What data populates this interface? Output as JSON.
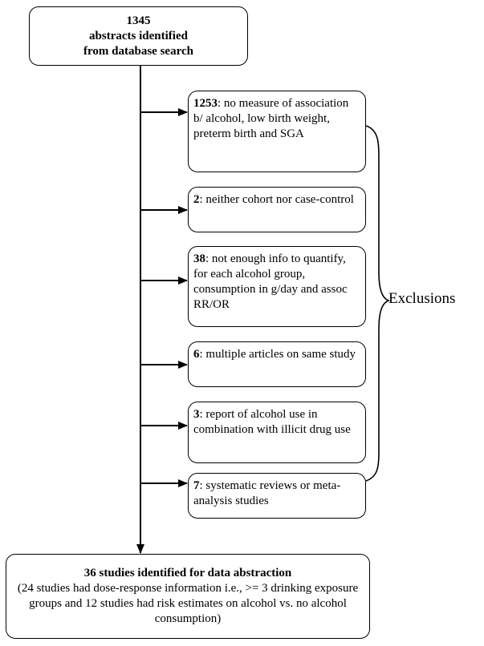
{
  "top_box": {
    "count": "1345",
    "line2": "abstracts identified",
    "line3": "from database search"
  },
  "exclusions_label": "Exclusions",
  "exclusion_boxes": [
    {
      "count": "1253",
      "text": ": no measure of association b/ alcohol, low birth weight, preterm birth and SGA"
    },
    {
      "count": "2",
      "text": ": neither cohort nor case-control"
    },
    {
      "count": "38",
      "text": ": not enough info to quantify, for each alcohol group, consumption in g/day and assoc RR/OR"
    },
    {
      "count": "6",
      "text": ": multiple articles on same study"
    },
    {
      "count": "3",
      "text": ": report of alcohol use in combination with illicit drug use"
    },
    {
      "count": "7",
      "text": ": systematic reviews or meta-analysis studies"
    }
  ],
  "bottom_box": {
    "title": "36 studies identified for data abstraction",
    "detail": "(24 studies had dose-response information i.e., >= 3 drinking exposure groups and 12 studies had risk estimates on alcohol vs. no alcohol consumption)"
  }
}
